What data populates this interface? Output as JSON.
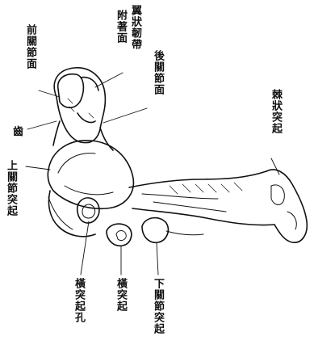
{
  "labels": {
    "anterior_facet": "前關節面",
    "wing_ligament_attach_col1": "翼狀韌帶",
    "wing_ligament_attach_col2": "附著面",
    "posterior_facet": "後關節面",
    "dens": "齒",
    "spinous_process": "棘狀突起",
    "superior_facet": "上關節突起",
    "transverse_foramen": "橫突起孔",
    "transverse_process": "橫突起",
    "inferior_facet": "下關節突起"
  }
}
